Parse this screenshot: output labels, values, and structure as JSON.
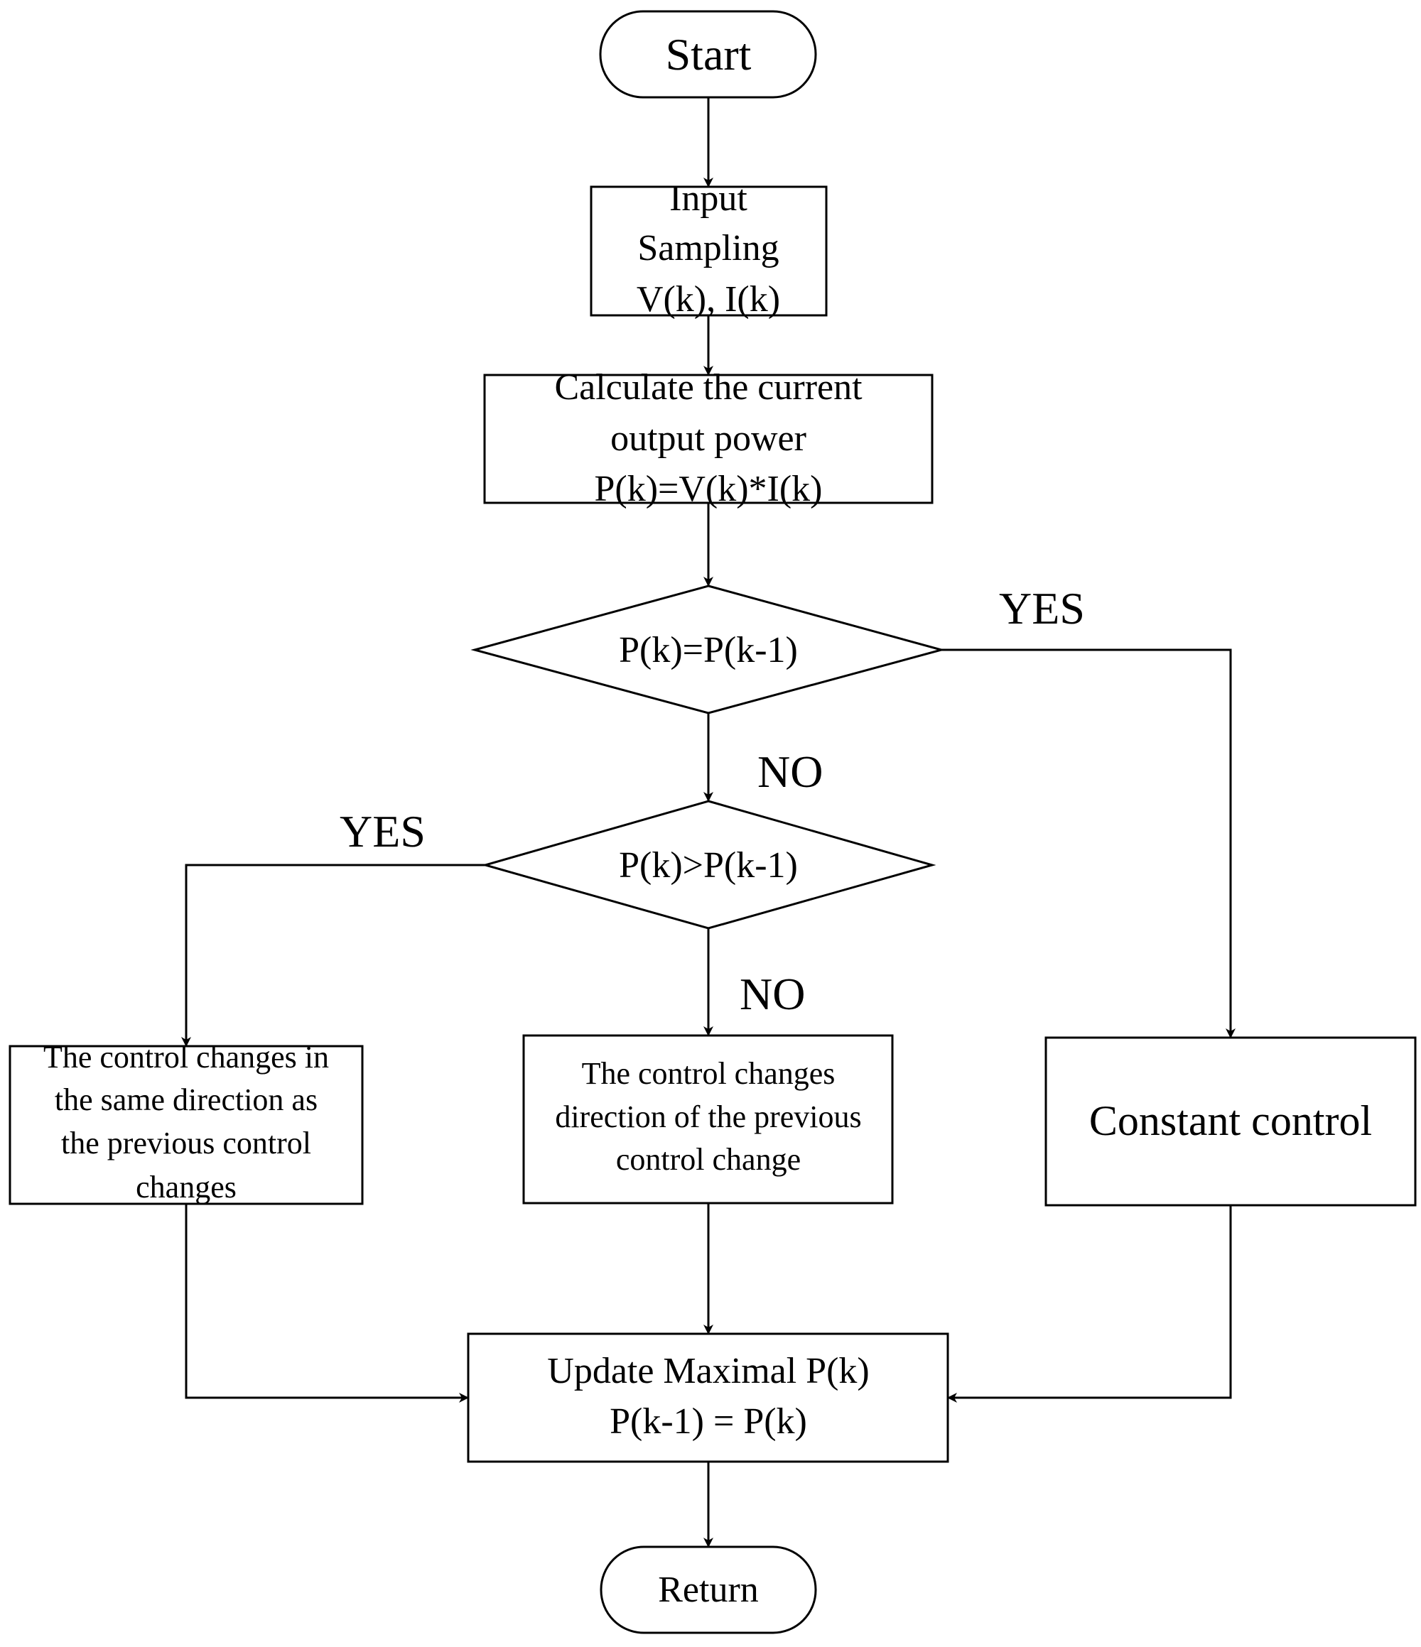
{
  "diagram": {
    "type": "flowchart",
    "line_color": "#000000",
    "background": "#ffffff",
    "nodes": {
      "start": {
        "shape": "terminal",
        "lines": [
          "Start"
        ]
      },
      "input": {
        "shape": "process",
        "lines": [
          "Input",
          "Sampling",
          "V(k), I(k)"
        ]
      },
      "calc": {
        "shape": "process",
        "lines": [
          "Calculate the current",
          "output power",
          "P(k)=V(k)*I(k)"
        ]
      },
      "decision_equal": {
        "shape": "decision",
        "lines": [
          "P(k)=P(k-1)"
        ]
      },
      "decision_greater": {
        "shape": "decision",
        "lines": [
          "P(k)>P(k-1)"
        ]
      },
      "same_direction": {
        "shape": "process",
        "lines": [
          "The control changes in",
          "the same direction as",
          "the previous control",
          "changes"
        ]
      },
      "change_direction": {
        "shape": "process",
        "lines": [
          "The control changes",
          "direction of the previous",
          "control change"
        ]
      },
      "constant": {
        "shape": "process",
        "lines": [
          "Constant control"
        ]
      },
      "update": {
        "shape": "process",
        "lines": [
          "Update Maximal P(k)",
          "P(k-1) = P(k)"
        ]
      },
      "return": {
        "shape": "terminal",
        "lines": [
          "Return"
        ]
      }
    },
    "edges": [
      {
        "from": "start",
        "to": "input",
        "label": ""
      },
      {
        "from": "input",
        "to": "calc",
        "label": ""
      },
      {
        "from": "calc",
        "to": "decision_equal",
        "label": ""
      },
      {
        "from": "decision_equal",
        "to": "constant",
        "label": "YES"
      },
      {
        "from": "decision_equal",
        "to": "decision_greater",
        "label": "NO"
      },
      {
        "from": "decision_greater",
        "to": "same_direction",
        "label": "YES"
      },
      {
        "from": "decision_greater",
        "to": "change_direction",
        "label": "NO"
      },
      {
        "from": "same_direction",
        "to": "update",
        "label": ""
      },
      {
        "from": "change_direction",
        "to": "update",
        "label": ""
      },
      {
        "from": "constant",
        "to": "update",
        "label": ""
      },
      {
        "from": "update",
        "to": "return",
        "label": ""
      }
    ],
    "branch_labels": {
      "equal_yes": "YES",
      "equal_no": "NO",
      "greater_yes": "YES",
      "greater_no": "NO"
    }
  }
}
